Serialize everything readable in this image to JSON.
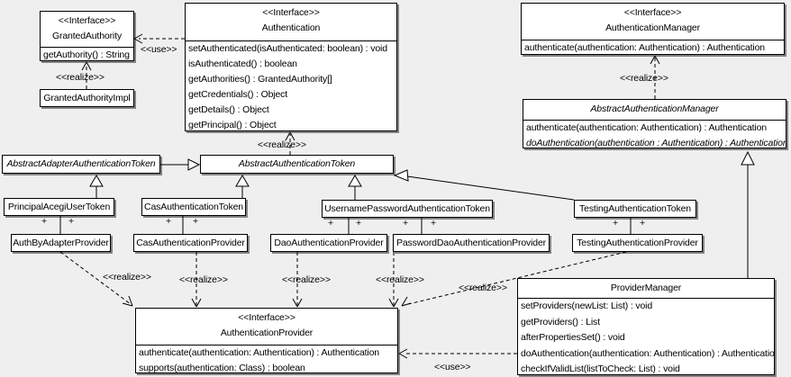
{
  "diagram_type": "uml-class-diagram",
  "colors": {
    "background": "#efefef",
    "box_fill": "#ffffff",
    "line": "#000000",
    "shadow": "rgba(0,0,0,0.45)"
  },
  "classes": [
    {
      "id": "granted-authority",
      "stereotype": "<<Interface>>",
      "name": "GrantedAuthority",
      "abstract": false,
      "methods": [
        {
          "text": "getAuthority() : String",
          "abstract": false
        }
      ]
    },
    {
      "id": "granted-authority-impl",
      "stereotype": "",
      "name": "GrantedAuthorityImpl",
      "abstract": false,
      "methods": []
    },
    {
      "id": "authentication",
      "stereotype": "<<Interface>>",
      "name": "Authentication",
      "abstract": false,
      "methods": [
        {
          "text": "setAuthenticated(isAuthenticated: boolean) : void",
          "abstract": false
        },
        {
          "text": "isAuthenticated() : boolean",
          "abstract": false
        },
        {
          "text": "getAuthorities() : GrantedAuthority[]",
          "abstract": false
        },
        {
          "text": "getCredentials() : Object",
          "abstract": false
        },
        {
          "text": "getDetails() : Object",
          "abstract": false
        },
        {
          "text": "getPrincipal() : Object",
          "abstract": false
        }
      ]
    },
    {
      "id": "authentication-manager",
      "stereotype": "<<Interface>>",
      "name": "AuthenticationManager",
      "abstract": false,
      "methods": [
        {
          "text": "authenticate(authentication: Authentication) : Authentication",
          "abstract": false
        }
      ]
    },
    {
      "id": "abstract-authentication-manager",
      "stereotype": "",
      "name": "AbstractAuthenticationManager",
      "abstract": true,
      "methods": [
        {
          "text": "authenticate(authentication: Authentication) : Authentication",
          "abstract": false
        },
        {
          "text": "doAuthentication(authentication : Authentication) : Authentication",
          "abstract": true
        }
      ]
    },
    {
      "id": "abstract-adapter-authentication-token",
      "stereotype": "",
      "name": "AbstractAdapterAuthenticationToken",
      "abstract": true,
      "methods": []
    },
    {
      "id": "abstract-authentication-token",
      "stereotype": "",
      "name": "AbstractAuthenticationToken",
      "abstract": true,
      "methods": []
    },
    {
      "id": "principal-acegi-user-token",
      "stereotype": "",
      "name": "PrincipalAcegiUserToken",
      "abstract": false,
      "methods": []
    },
    {
      "id": "cas-authentication-token",
      "stereotype": "",
      "name": "CasAuthenticationToken",
      "abstract": false,
      "methods": []
    },
    {
      "id": "username-password-authentication-token",
      "stereotype": "",
      "name": "UsernamePasswordAuthenticationToken",
      "abstract": false,
      "methods": []
    },
    {
      "id": "testing-authentication-token",
      "stereotype": "",
      "name": "TestingAuthenticationToken",
      "abstract": false,
      "methods": []
    },
    {
      "id": "auth-by-adapter-provider",
      "stereotype": "",
      "name": "AuthByAdapterProvider",
      "abstract": false,
      "methods": []
    },
    {
      "id": "cas-authentication-provider",
      "stereotype": "",
      "name": "CasAuthenticationProvider",
      "abstract": false,
      "methods": []
    },
    {
      "id": "dao-authentication-provider",
      "stereotype": "",
      "name": "DaoAuthenticationProvider",
      "abstract": false,
      "methods": []
    },
    {
      "id": "password-dao-authentication-provider",
      "stereotype": "",
      "name": "PasswordDaoAuthenticationProvider",
      "abstract": false,
      "methods": []
    },
    {
      "id": "testing-authentication-provider",
      "stereotype": "",
      "name": "TestingAuthenticationProvider",
      "abstract": false,
      "methods": []
    },
    {
      "id": "authentication-provider",
      "stereotype": "<<Interface>>",
      "name": "AuthenticationProvider",
      "abstract": false,
      "methods": [
        {
          "text": "authenticate(authentication: Authentication) : Authentication",
          "abstract": false
        },
        {
          "text": "supports(authentication: Class) : boolean",
          "abstract": false
        }
      ]
    },
    {
      "id": "provider-manager",
      "stereotype": "",
      "name": "ProviderManager",
      "abstract": false,
      "methods": [
        {
          "text": "setProviders(newList: List) : void",
          "abstract": false
        },
        {
          "text": "getProviders() : List",
          "abstract": false
        },
        {
          "text": "afterPropertiesSet() : void",
          "abstract": false
        },
        {
          "text": "doAuthentication(authentication: Authentication) : Authentication",
          "abstract": false
        },
        {
          "text": "checkIfValidList(listToCheck: List) : void",
          "abstract": false
        }
      ]
    }
  ],
  "relationships": [
    {
      "type": "use",
      "from": "Authentication",
      "to": "GrantedAuthority",
      "label": "<<use>>"
    },
    {
      "type": "realize",
      "from": "GrantedAuthorityImpl",
      "to": "GrantedAuthority",
      "label": "<<realize>>"
    },
    {
      "type": "realize",
      "from": "AbstractAuthenticationToken",
      "to": "Authentication",
      "label": "<<realize>>"
    },
    {
      "type": "realize",
      "from": "AbstractAuthenticationManager",
      "to": "AuthenticationManager",
      "label": "<<realize>>"
    },
    {
      "type": "generalization",
      "from": "AbstractAdapterAuthenticationToken",
      "to": "AbstractAuthenticationToken",
      "label": ""
    },
    {
      "type": "generalization",
      "from": "PrincipalAcegiUserToken",
      "to": "AbstractAdapterAuthenticationToken",
      "label": ""
    },
    {
      "type": "generalization",
      "from": "CasAuthenticationToken",
      "to": "AbstractAuthenticationToken",
      "label": ""
    },
    {
      "type": "generalization",
      "from": "UsernamePasswordAuthenticationToken",
      "to": "AbstractAuthenticationToken",
      "label": ""
    },
    {
      "type": "generalization",
      "from": "TestingAuthenticationToken",
      "to": "AbstractAuthenticationToken",
      "label": ""
    },
    {
      "type": "generalization",
      "from": "ProviderManager",
      "to": "AbstractAuthenticationManager",
      "label": ""
    },
    {
      "type": "realize",
      "from": "AuthByAdapterProvider",
      "to": "AuthenticationProvider",
      "label": "<<realize>>"
    },
    {
      "type": "realize",
      "from": "CasAuthenticationProvider",
      "to": "AuthenticationProvider",
      "label": "<<realize>>"
    },
    {
      "type": "realize",
      "from": "DaoAuthenticationProvider",
      "to": "AuthenticationProvider",
      "label": "<<realize>>"
    },
    {
      "type": "realize",
      "from": "PasswordDaoAuthenticationProvider",
      "to": "AuthenticationProvider",
      "label": "<<realize>>"
    },
    {
      "type": "realize",
      "from": "TestingAuthenticationProvider",
      "to": "AuthenticationProvider",
      "label": "<<realize>>"
    },
    {
      "type": "use",
      "from": "ProviderManager",
      "to": "AuthenticationProvider",
      "label": "<<use>>"
    },
    {
      "type": "association",
      "from": "PrincipalAcegiUserToken",
      "to": "AuthByAdapterProvider",
      "label": "",
      "end_labels": [
        "+",
        "+"
      ]
    },
    {
      "type": "association",
      "from": "CasAuthenticationToken",
      "to": "CasAuthenticationProvider",
      "label": "",
      "end_labels": [
        "+",
        "+"
      ]
    },
    {
      "type": "association",
      "from": "UsernamePasswordAuthenticationToken",
      "to": "DaoAuthenticationProvider",
      "label": "",
      "end_labels": [
        "+",
        "+"
      ]
    },
    {
      "type": "association",
      "from": "UsernamePasswordAuthenticationToken",
      "to": "PasswordDaoAuthenticationProvider",
      "label": "",
      "end_labels": [
        "+",
        "+"
      ]
    },
    {
      "type": "association",
      "from": "TestingAuthenticationToken",
      "to": "TestingAuthenticationProvider",
      "label": "",
      "end_labels": [
        "+",
        "+"
      ]
    }
  ]
}
